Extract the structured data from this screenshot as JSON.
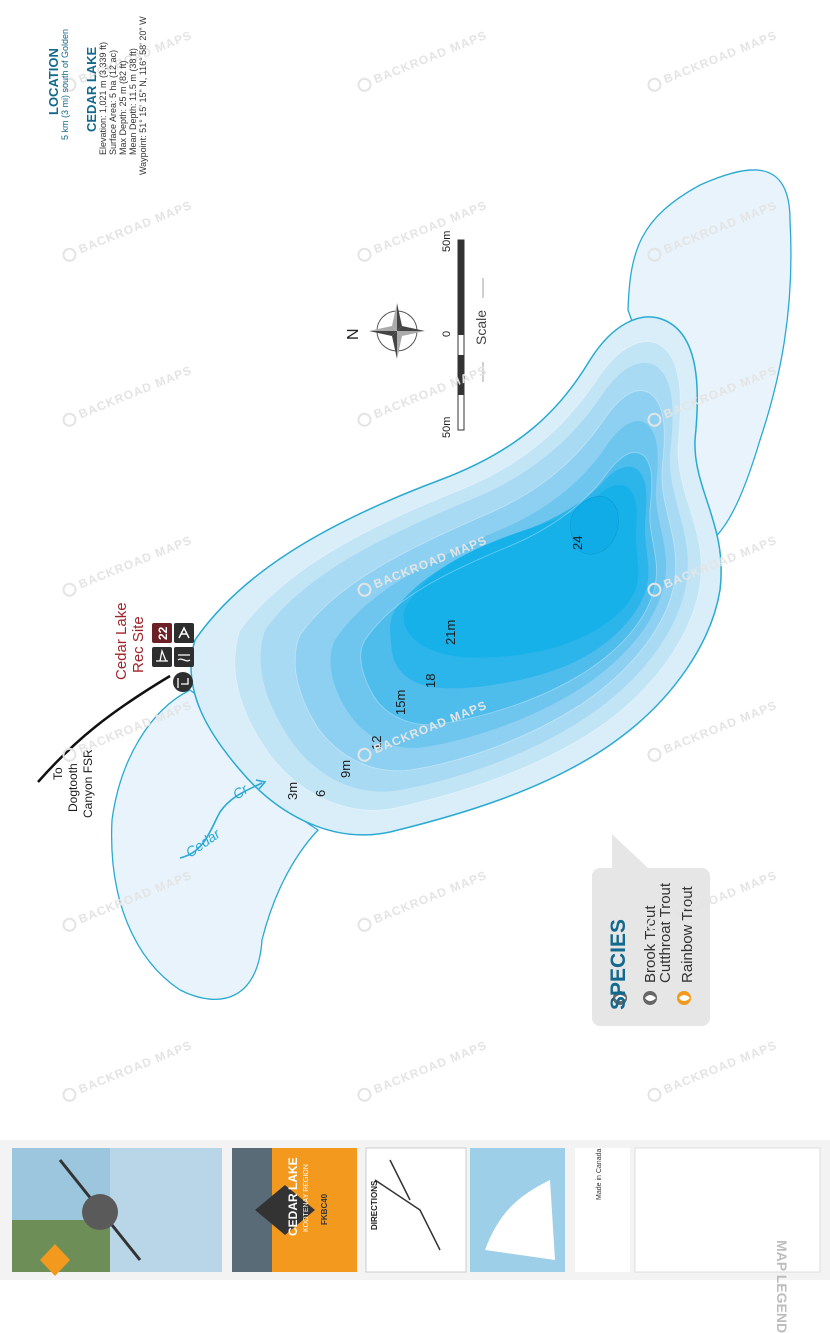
{
  "location": {
    "heading": "LOCATION",
    "text": "5 km (3 mi) south of Golden"
  },
  "lake_info": {
    "title": "CEDAR LAKE",
    "lines": [
      "Elevation: 1,021 m (3,339 ft)",
      "Surface Area: 5 ha (12 ac)",
      "Max Depth: 25 m (82 ft)",
      "Mean Depth: 11.5 m (38 ft)",
      "Waypoint: 51° 15' 15\" N, 116° 58' 20\" W"
    ]
  },
  "scale": {
    "label": "Scale",
    "left": "50m",
    "mid": "0",
    "right": "50m"
  },
  "compass": {
    "north": "N"
  },
  "depths": {
    "d3": "3m",
    "d6": "6",
    "d9": "9m",
    "d12": "12",
    "d15": "15m",
    "d18": "18",
    "d21": "21m",
    "d24": "24"
  },
  "rec_site": {
    "name_line1": "Cedar Lake",
    "name_line2": "Rec Site",
    "number": "22"
  },
  "road": {
    "line1": "To",
    "line2": "Dogtooth",
    "line3": "Canyon FSR"
  },
  "creek": {
    "word1": "Cedar",
    "word2": "Cr"
  },
  "species": {
    "title": "SPECIES",
    "items": [
      "Brook Trout",
      "Cutthroat Trout",
      "Rainbow Trout"
    ]
  },
  "watermark": "BACKROAD MAPS",
  "footer": {
    "cover_title": "CEDAR LAKE",
    "cover_subtitle": "KOOTENAY REGION",
    "cover_code": "FKBC40",
    "directions_label": "DIRECTIONS",
    "legend_title": "MAP LEGEND",
    "made_in": "Made in Canada"
  },
  "colors": {
    "contour_line": "#2aa9d4",
    "level_0": "#e8f3fb",
    "level_1": "#d3ebf8",
    "level_2": "#bce2f5",
    "level_3": "#a2d8f3",
    "level_4": "#86cdf1",
    "level_5": "#63c2ee",
    "level_6": "#3db8eb",
    "level_7": "#17b1ea",
    "title_blue": "#12698e",
    "rec_red": "#a1242a",
    "species_panel": "#e6e6e6"
  }
}
